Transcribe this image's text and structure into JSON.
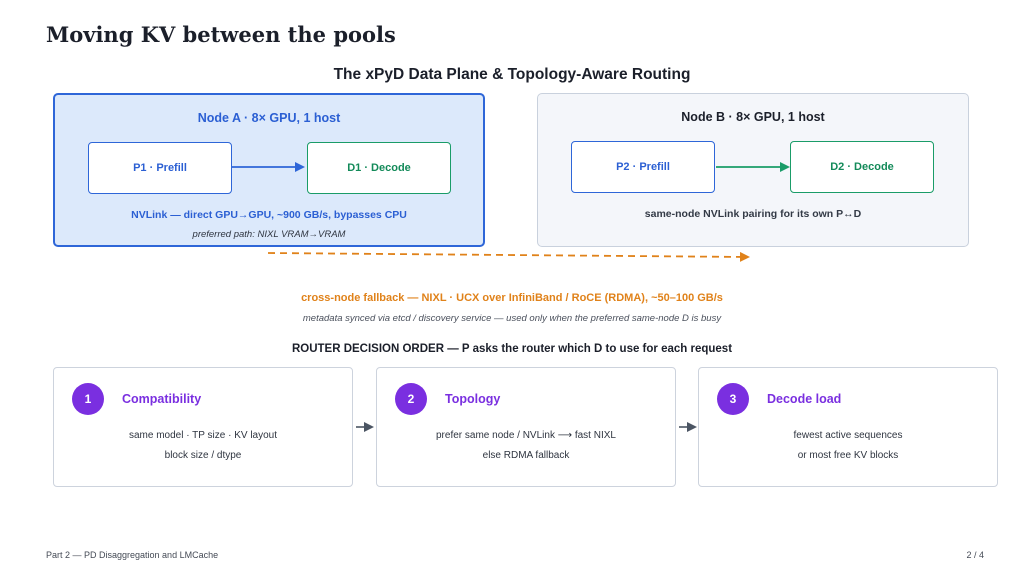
{
  "page": {
    "title": "Moving KV between the pools",
    "diagram_title": "The xPyD Data Plane & Topology-Aware Routing"
  },
  "node_a": {
    "title": "Node A  ·  8× GPU, 1 host",
    "prefill": "P1 · Prefill",
    "decode": "D1 · Decode",
    "note_main": "NVLink — direct GPU→GPU, ~900 GB/s, bypasses CPU",
    "note_sub": "preferred path: NIXL VRAM→VRAM"
  },
  "node_b": {
    "title": "Node B  ·  8× GPU, 1 host",
    "prefill": "P2 · Prefill",
    "decode": "D2 · Decode",
    "note_main": "same-node NVLink pairing for its own P↔D"
  },
  "fallback": {
    "main": "cross-node fallback — NIXL · UCX over InfiniBand / RoCE (RDMA), ~50–100 GB/s",
    "sub": "metadata synced via etcd / discovery service — used only when the preferred same-node D is busy"
  },
  "router": {
    "heading": "ROUTER DECISION ORDER  —  P asks the router which D to use for each request",
    "steps": [
      {
        "num": "1",
        "title": "Compatibility",
        "lines": [
          "same model · TP size · KV layout",
          "block size / dtype"
        ]
      },
      {
        "num": "2",
        "title": "Topology",
        "lines": [
          "prefer same node / NVLink ⟶ fast NIXL",
          "else RDMA fallback"
        ]
      },
      {
        "num": "3",
        "title": "Decode load",
        "lines": [
          "fewest active sequences",
          "or most free KV blocks"
        ]
      }
    ]
  },
  "footer": {
    "left": "Part 2 — PD Disaggregation and LMCache",
    "right": "2 / 4"
  },
  "colors": {
    "blue": "#2e66d8",
    "green": "#1a9c68",
    "orange": "#e0821a",
    "purple": "#7a2fe0",
    "slate_arrow": "#4b5563"
  }
}
